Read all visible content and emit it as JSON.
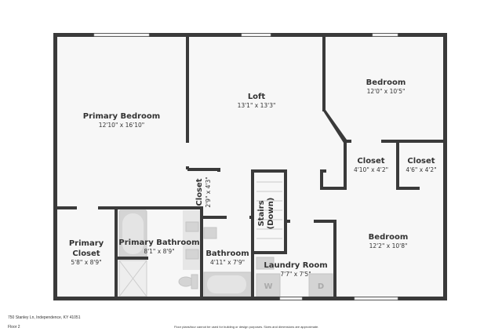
{
  "rooms": {
    "primary_bedroom": {
      "name": "Primary Bedroom",
      "dim": "12'10\" x 16'10\""
    },
    "loft": {
      "name": "Loft",
      "dim": "13'1\" x 13'3\""
    },
    "bedroom_1": {
      "name": "Bedroom",
      "dim": "12'0\" x 10'5\""
    },
    "closet_1": {
      "name": "Closet",
      "dim": "4'10\" x 4'2\""
    },
    "closet_2": {
      "name": "Closet",
      "dim": "4'6\" x 4'2\""
    },
    "closet_3": {
      "name": "Closet",
      "dim": "2'9\" x 4'3\""
    },
    "stairs": {
      "name": "Stairs",
      "sub": "(Down)"
    },
    "bedroom_2": {
      "name": "Bedroom",
      "dim": "12'2\" x 10'8\""
    },
    "primary_closet": {
      "name": "Primary",
      "name2": "Closet",
      "dim": "5'8\" x 8'9\""
    },
    "primary_bathroom": {
      "name": "Primary Bathroom",
      "dim": "8'1\" x 8'9\""
    },
    "bathroom": {
      "name": "Bathroom",
      "dim": "4'11\" x 7'9\""
    },
    "laundry_room": {
      "name": "Laundry Room",
      "dim": "7'7\" x 7'5\""
    }
  },
  "appliances": {
    "washer": "W",
    "dryer": "D"
  },
  "footer": {
    "address": "750 Stanley Ln, Independence, KY 41051",
    "floor": "Floor 2",
    "disclaimer": "Floor plans/tour cannot be used for building or design purposes. Sizes and dimensions are approximate."
  },
  "colors": {
    "wall": "#3a3a3a",
    "floor": "#f7f7f7",
    "fixture": "#d4d4d4"
  }
}
